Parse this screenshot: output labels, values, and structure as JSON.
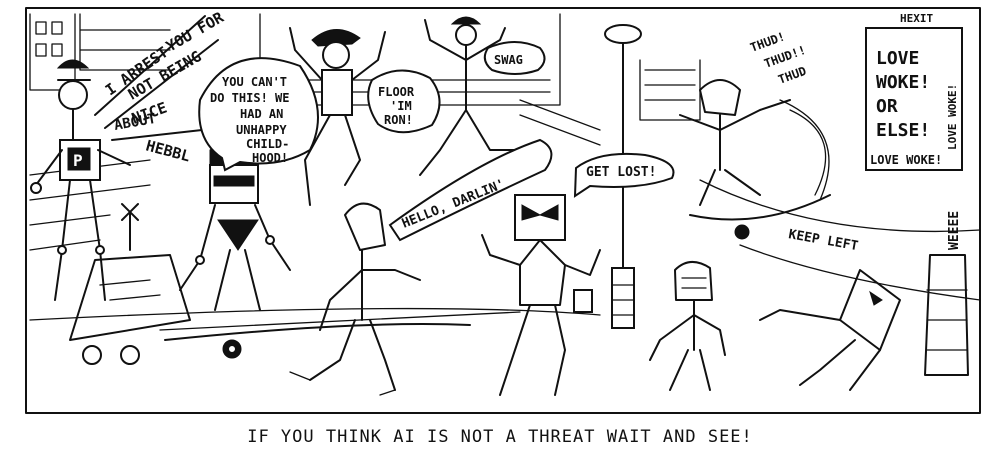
{
  "bubbles": {
    "police_line1": "I ARREST",
    "police_line2": "YOU FOR",
    "police_line3": "NOT BEING",
    "police_line4": "NICE",
    "police_line5": "ABOUT",
    "police_line6": "HEBBL",
    "rapper_line1": "YOU CAN'T",
    "rapper_line2": "DO THIS! WE",
    "rapper_line3": "HAD AN",
    "rapper_line4": "UNHAPPY",
    "rapper_line5": "CHILD-",
    "rapper_line6": "HOOD!",
    "floor_line1": "FLOOR",
    "floor_line2": "'IM",
    "floor_line3": "RON!",
    "swag": "SWAG",
    "hello": "HELLO, DARLIN'",
    "get_lost": "GET LOST!",
    "thud1": "THUD!",
    "thud2": "THUD!!",
    "thud3": "THUD",
    "keep_left": "KEEP LEFT",
    "weee": "WEEEE"
  },
  "sign": {
    "line1": "LOVE",
    "line2": "WOKE!",
    "line3": "OR",
    "line4": "ELSE!",
    "footer": "LOVE WOKE!",
    "side": "LOVE WOKE!"
  },
  "props": {
    "police_badge": "P",
    "top_right_scrawl": "HEXIT"
  },
  "caption": {
    "text": "IF YOU THINK AI IS NOT A THREAT WAIT AND SEE!"
  }
}
